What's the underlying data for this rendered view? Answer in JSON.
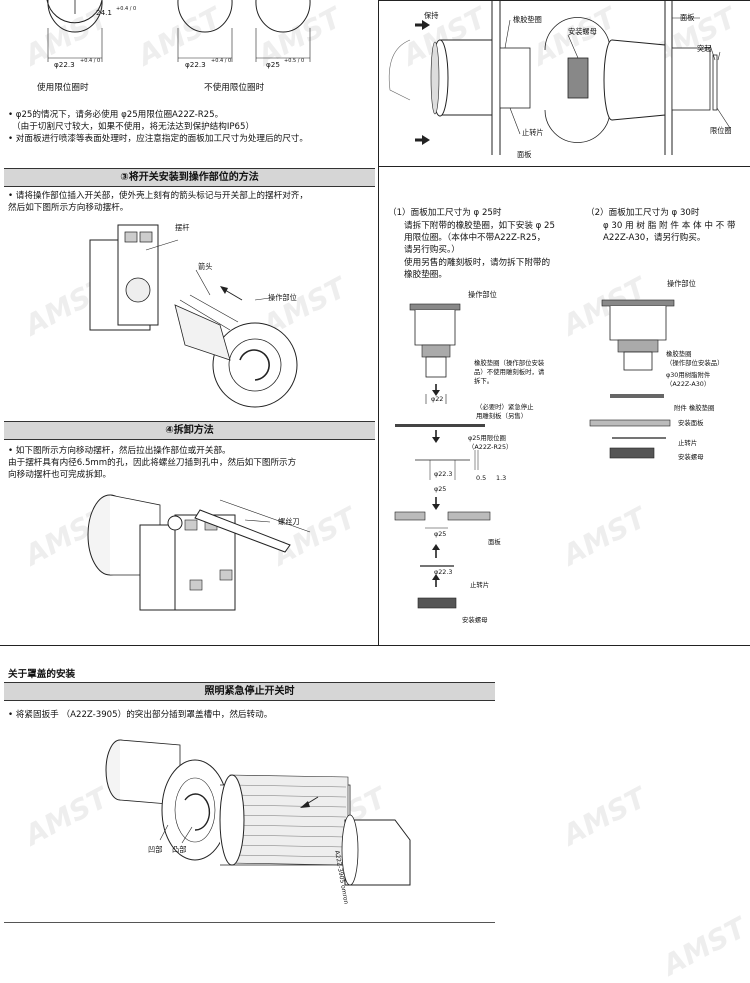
{
  "watermark": "AMST",
  "top_left": {
    "dim_24": "24.1",
    "dim_24_tol": "+0.4 / 0",
    "dim_223a": "φ22.3",
    "dim_223a_tol": "+0.4 / 0",
    "dim_223b": "φ22.3",
    "dim_223b_tol": "+0.4 / 0",
    "dim_25": "φ25",
    "dim_25_tol": "+0.5 / 0",
    "caption_use": "使用限位圈时",
    "caption_nouse": "不使用限位圈时",
    "notes": [
      "• φ25的情况下，请务必使用 φ25用限位圈A22Z-R25。",
      "（由于切割尺寸较大，如果不使用，将无法达到保护结构IP65）",
      "• 对面板进行喷漆等表面处理时，应注意指定的面板加工尺寸为处理后的尺寸。"
    ]
  },
  "section3": {
    "title": "③将开关安装到操作部位的方法",
    "text": [
      "• 请将操作部位插入开关部，使外壳上刻有的箭头标记与开关部上的摆杆对齐，",
      "  然后如下图所示方向移动摆杆。"
    ],
    "label_lever": "摆杆",
    "label_arrow": "箭头",
    "label_operator": "操作部位"
  },
  "section4": {
    "title": "④拆卸方法",
    "text": [
      "• 如下图所示方向移动摆杆，然后拉出操作部位或开关部。",
      "  由于摆杆具有内径6.5mm的孔，因此将螺丝刀插到孔中，然后如下图所示方",
      "  向移动摆杆也可完成拆卸。"
    ],
    "label_screwdriver": "螺丝刀"
  },
  "right_top": {
    "label_hold": "保持",
    "label_rubber": "橡胶垫圈",
    "label_nut": "安装螺母",
    "label_panel": "面板",
    "label_boss": "突起",
    "label_stopper": "止转片",
    "label_panel2": "面板",
    "label_ring": "限位圈"
  },
  "right_mid": {
    "col1": [
      "（1）面板加工尺寸为 φ 25时",
      "请拆下附带的橡胶垫圈，如下安装 φ 25",
      "用限位圈。（本体中不带A22Z-R25，",
      "请另行购买。）",
      "使用另售的雕刻板时，请勿拆下附带的",
      "橡胶垫圈。"
    ],
    "col2": [
      "（2）面板加工尺寸为 φ 30时",
      "φ 30 用 树 脂 附 件  本 体 中 不 带",
      "A22Z-A30，请另行购买。"
    ],
    "d1_operator": "操作部位",
    "d1_rubber": [
      "橡胶垫圈（操作部位安装",
      "品）不使用雕刻板时，请",
      "拆下。"
    ],
    "d1_phi22": "φ22",
    "d1_required": [
      "（必要时）紧急停止",
      "用雕刻板（另售）"
    ],
    "d1_r25": [
      "φ25用限位圈",
      "（A22Z-R25）"
    ],
    "d1_dim_223": "φ22.3",
    "d1_dim_05": "0.5",
    "d1_dim_13": "1.3",
    "d1_dim_25": "φ25",
    "d1_dim_25b": "φ25",
    "d1_panel": "面板",
    "d1_dim_223b": "φ22.3",
    "d1_stopper": "止转片",
    "d1_nut": "安装螺母",
    "d2_operator": "操作部位",
    "d2_rubber": [
      "橡胶垫圈",
      "（操作部位安装品）"
    ],
    "d2_a30": [
      "φ30用树脂附件",
      "（A22Z-A30）"
    ],
    "d2_attach": "附件 橡胶垫圈",
    "d2_panel": "安装面板",
    "d2_stopper": "止转片",
    "d2_nut": "安装螺母"
  },
  "bottom": {
    "heading": "关于罩盖的安装",
    "bar": "照明紧急停止开关时",
    "text": "• 将紧固扳手 （A22Z-3905）的突出部分插到罩盖槽中，然后转动。",
    "label_concave": "凹部",
    "label_convex": "凸部",
    "wrench_text": "A22Z-3905 omron"
  }
}
